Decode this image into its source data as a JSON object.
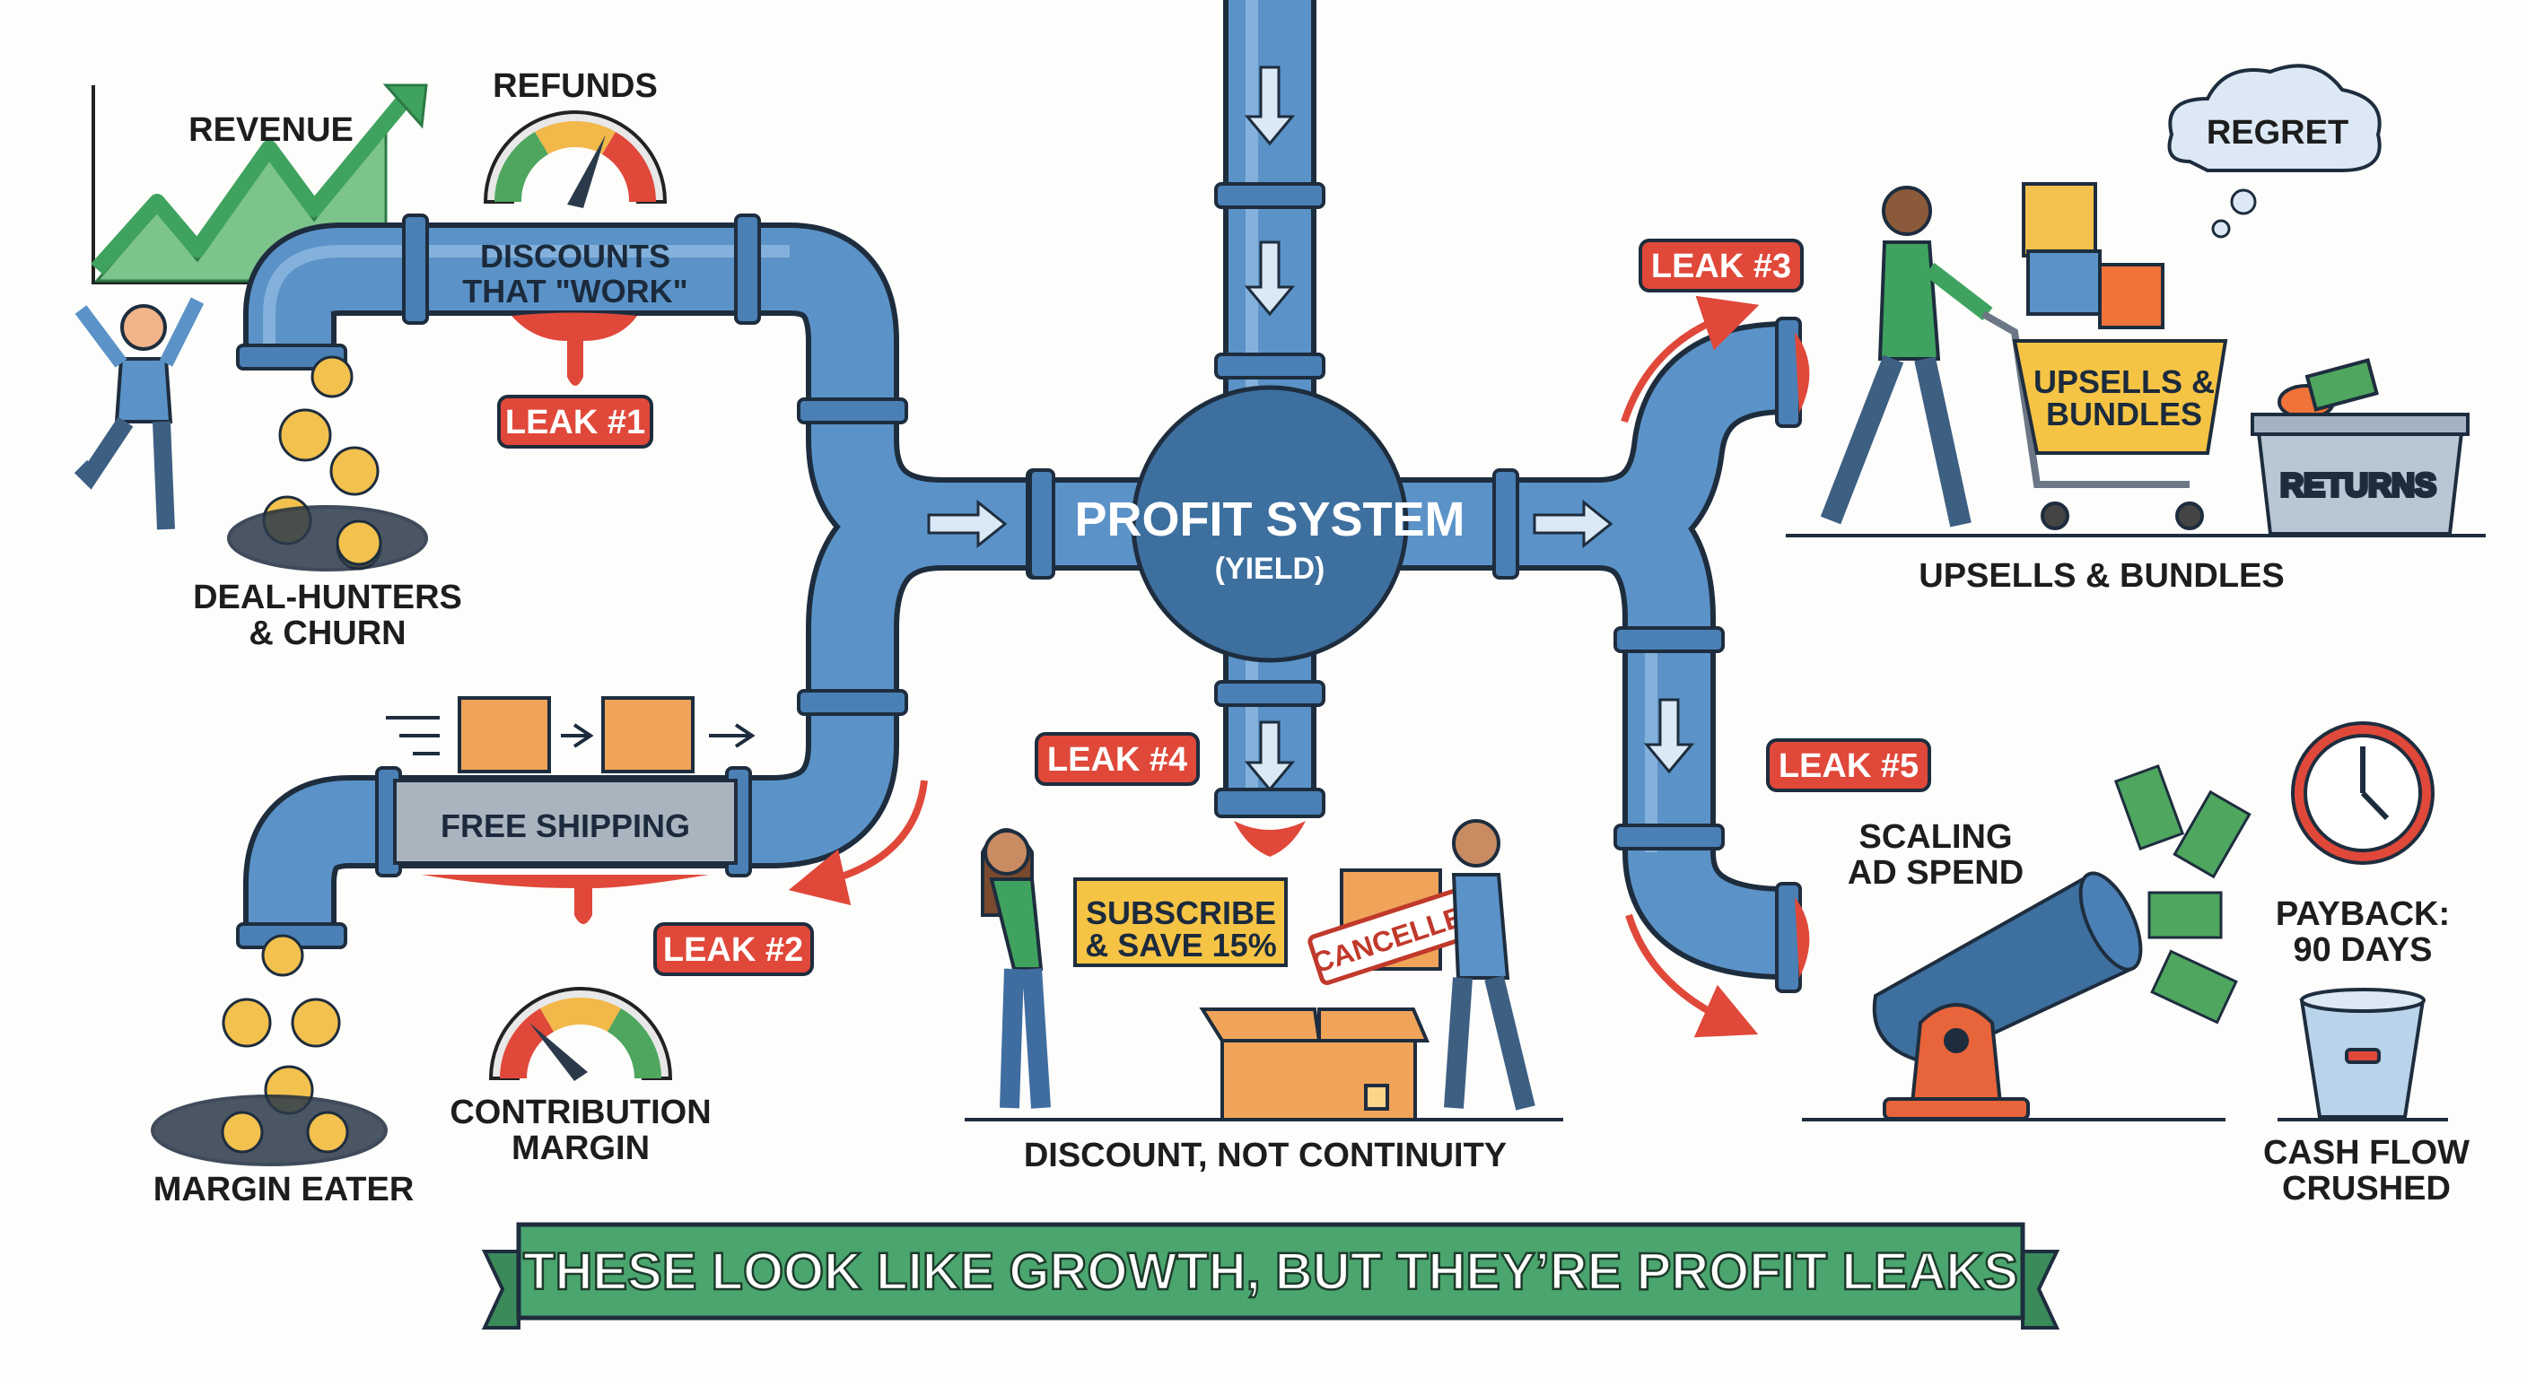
{
  "title_banner": "THESE LOOK LIKE GROWTH, BUT THEY’RE PROFIT LEAKS",
  "hub": {
    "title": "PROFIT SYSTEM",
    "subtitle": "(YIELD)"
  },
  "leak1": {
    "badge": "LEAK #1",
    "pipe_label_line1": "DISCOUNTS",
    "pipe_label_line2": "THAT \"WORK\"",
    "chart_label": "REVENUE",
    "gauge_label": "REFUNDS",
    "caption_line1": "DEAL-HUNTERS",
    "caption_line2": "& CHURN"
  },
  "leak2": {
    "badge": "LEAK #2",
    "pipe_label": "FREE SHIPPING",
    "gauge_label_line1": "CONTRIBUTION",
    "gauge_label_line2": "MARGIN",
    "caption": "MARGIN EATER"
  },
  "leak3": {
    "badge": "LEAK #3",
    "thought": "REGRET",
    "cart_sign_line1": "UPSELLS &",
    "cart_sign_line2": "BUNDLES",
    "bin_label": "RETURNS",
    "caption": "UPSELLS & BUNDLES"
  },
  "leak4": {
    "badge": "LEAK #4",
    "sign_line1": "SUBSCRIBE",
    "sign_line2": "& SAVE 15%",
    "stamp": "CANCELLED",
    "caption": "DISCOUNT, NOT CONTINUITY"
  },
  "leak5": {
    "badge": "LEAK #5",
    "cannon_label_line1": "SCALING",
    "cannon_label_line2": "AD SPEND",
    "clock_label_line1": "PAYBACK:",
    "clock_label_line2": "90 DAYS",
    "caption_line1": "CASH FLOW",
    "caption_line2": "CRUSHED"
  },
  "colors": {
    "pipe": "#5b93c8",
    "pipe_dark": "#2f5f8f",
    "outline": "#1e2d3e",
    "leak_red": "#e0483a",
    "green": "#3fa35f",
    "coin": "#f2c14e",
    "box": "#f0a45a",
    "banner": "#4aa56f"
  }
}
